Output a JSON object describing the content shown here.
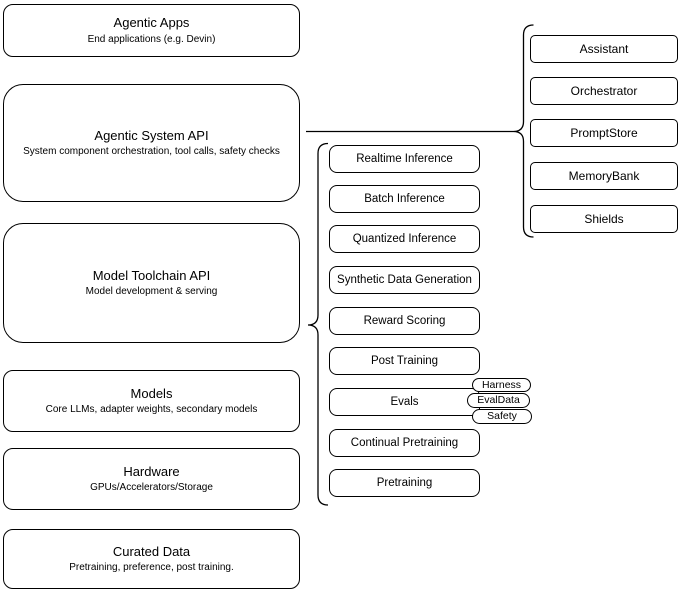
{
  "left_stack": [
    {
      "title": "Agentic Apps",
      "subtitle": "End applications (e.g. Devin)"
    },
    {
      "title": "Agentic System API",
      "subtitle": "System component orchestration, tool calls, safety checks"
    },
    {
      "title": "Model Toolchain API",
      "subtitle": "Model development & serving"
    },
    {
      "title": "Models",
      "subtitle": "Core LLMs, adapter weights, secondary models"
    },
    {
      "title": "Hardware",
      "subtitle": "GPUs/Accelerators/Storage"
    },
    {
      "title": "Curated Data",
      "subtitle": "Pretraining, preference, post training."
    }
  ],
  "toolchain": {
    "items": [
      "Realtime Inference",
      "Batch Inference",
      "Quantized Inference",
      "Synthetic Data Generation",
      "Reward Scoring",
      "Post Training",
      "Evals",
      "Continual Pretraining",
      "Pretraining"
    ]
  },
  "evals_tags": [
    "Harness",
    "EvalData",
    "Safety"
  ],
  "system_components": [
    "Assistant",
    "Orchestrator",
    "PromptStore",
    "MemoryBank",
    "Shields"
  ],
  "colors": {
    "stroke": "#000000",
    "background": "#ffffff"
  }
}
